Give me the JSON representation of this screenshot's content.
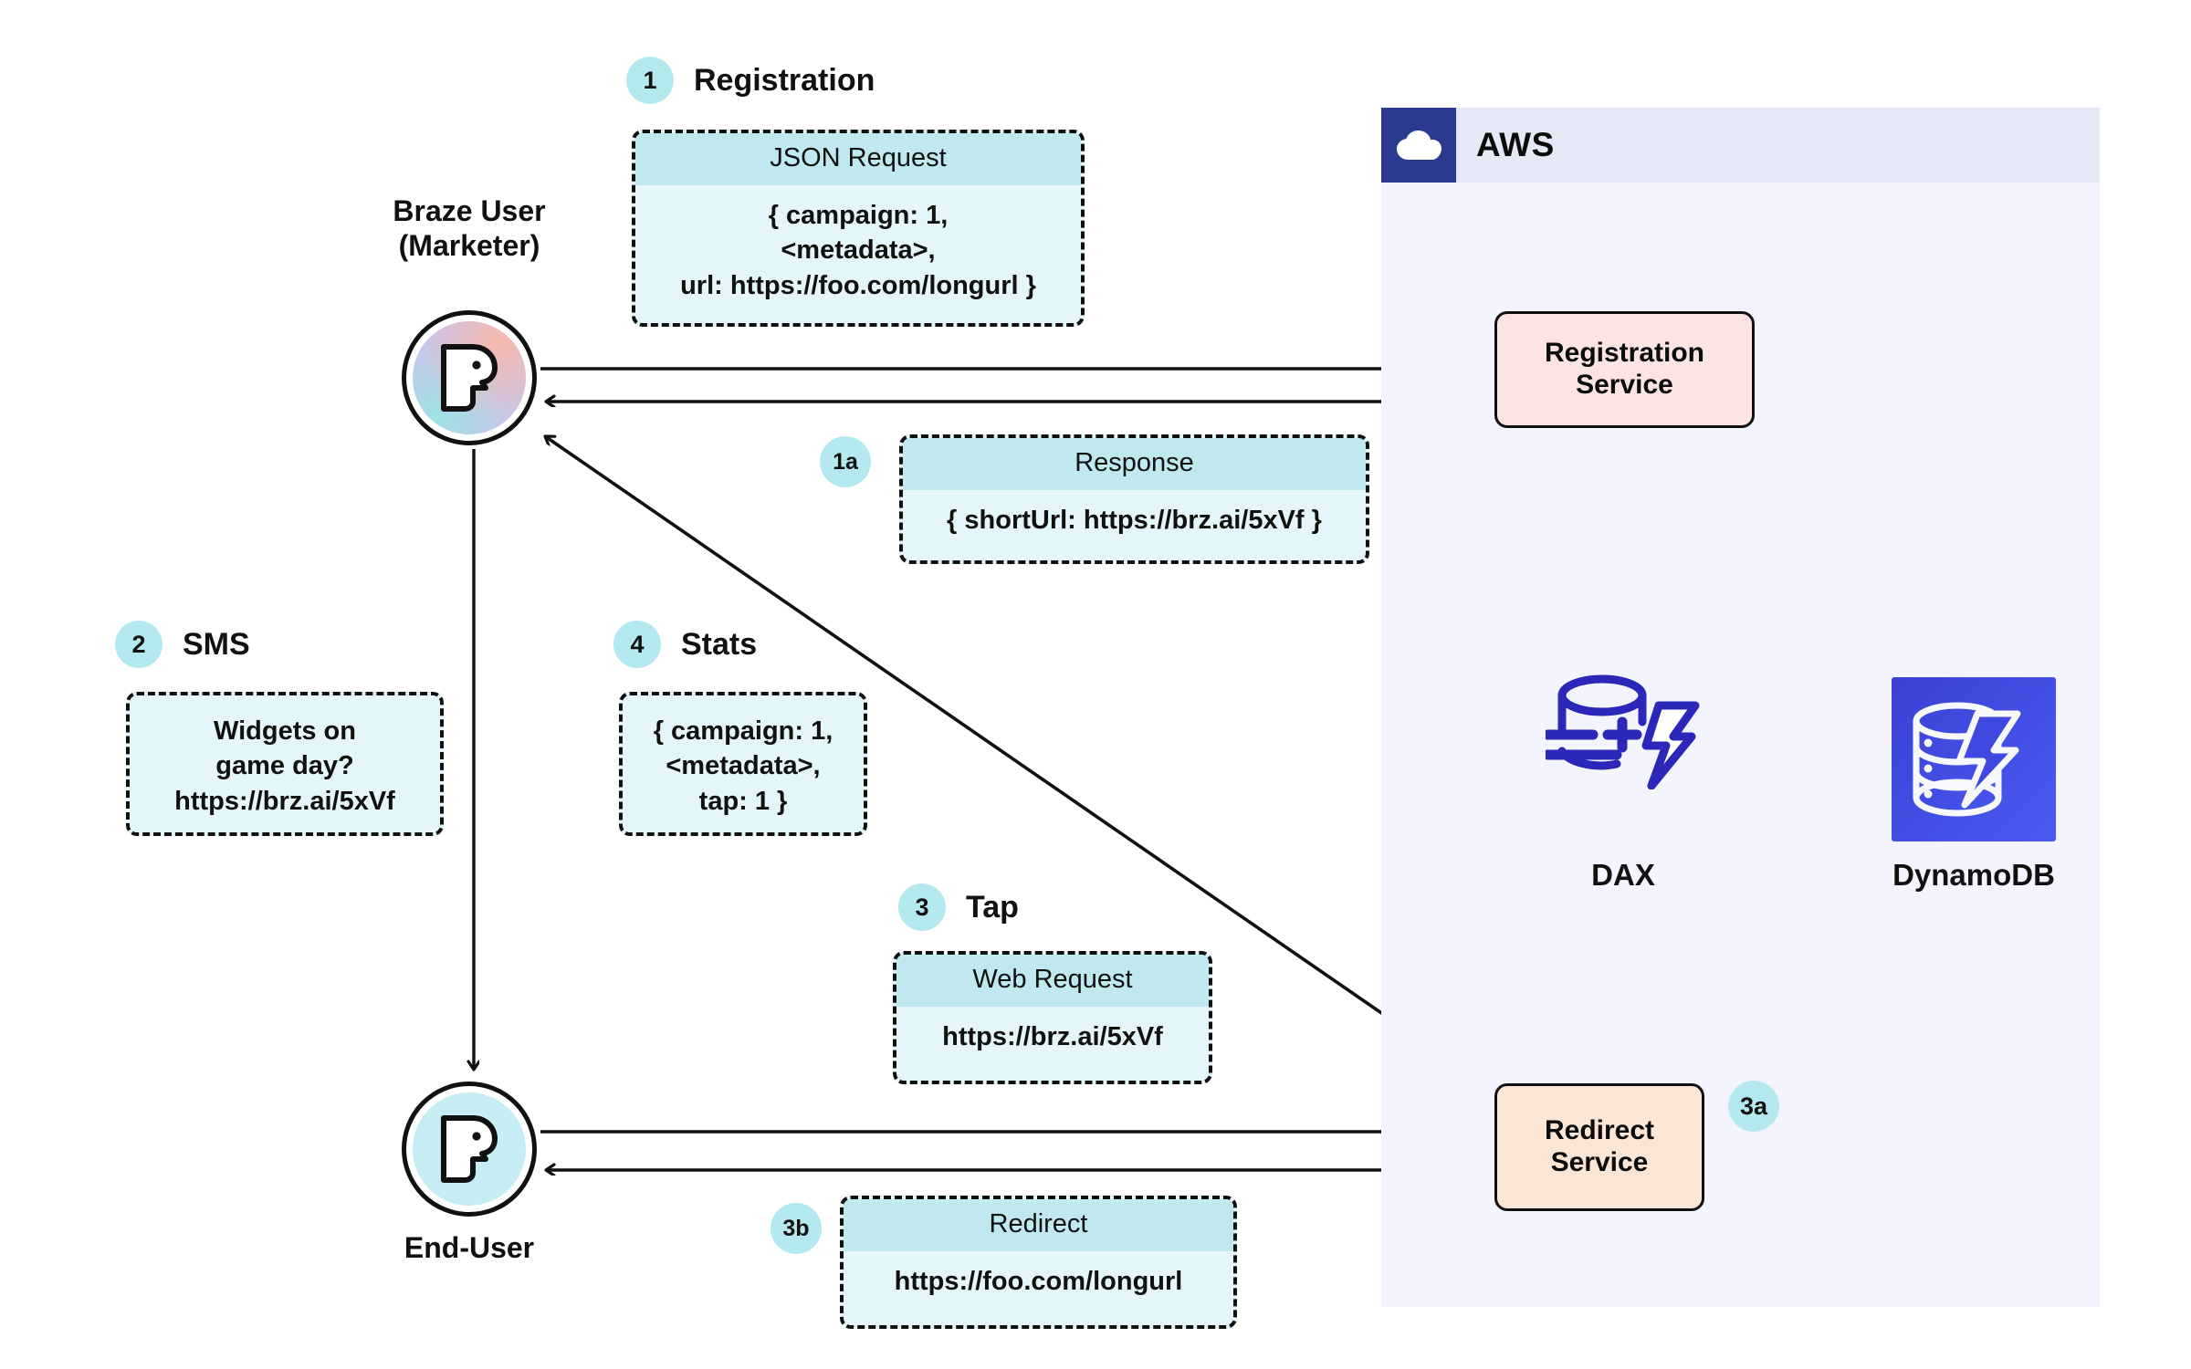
{
  "aws": {
    "title": "AWS",
    "logo_icon": "cloud-icon",
    "panel_bg": "#F3F4FE",
    "header_bg": "#E5E8F5",
    "logo_bg": "#2B3990"
  },
  "services": {
    "registration": {
      "line1": "Registration",
      "line2": "Service",
      "color": "#FBE4E2"
    },
    "redirect": {
      "line1": "Redirect",
      "line2": "Service",
      "color": "#FBE6D6"
    }
  },
  "datastores": {
    "dax": {
      "label": "DAX",
      "icon": "dax-cache-icon",
      "color": "#2B27B8"
    },
    "dynamodb": {
      "label": "DynamoDB",
      "icon": "dynamodb-icon",
      "color": "#3C48DB"
    }
  },
  "actors": {
    "marketer": {
      "line1": "Braze User",
      "line2": "(Marketer)",
      "icon": "braze-avatar-icon"
    },
    "end_user": {
      "line1": "End-User",
      "line2": "",
      "icon": "braze-avatar-icon"
    }
  },
  "steps": [
    {
      "id": "step-1",
      "badge": "1",
      "title": "Registration",
      "card": {
        "header": "JSON Request",
        "body": "{ campaign: 1,\n<metadata>,\nurl: https://foo.com/longurl }"
      }
    },
    {
      "id": "step-1a",
      "badge": "1a",
      "title": "",
      "card": {
        "header": "Response",
        "body": "{ shortUrl: https://brz.ai/5xVf }"
      }
    },
    {
      "id": "step-2",
      "badge": "2",
      "title": "SMS",
      "card": {
        "header": "",
        "body": "Widgets on\ngame day?\nhttps://brz.ai/5xVf"
      }
    },
    {
      "id": "step-3",
      "badge": "3",
      "title": "Tap",
      "card": {
        "header": "Web Request",
        "body": "https://brz.ai/5xVf"
      }
    },
    {
      "id": "step-3a",
      "badge": "3a",
      "title": "",
      "card": {
        "header": "",
        "body": ""
      }
    },
    {
      "id": "step-3b",
      "badge": "3b",
      "title": "",
      "card": {
        "header": "Redirect",
        "body": "https://foo.com/longurl"
      }
    },
    {
      "id": "step-4",
      "badge": "4",
      "title": "Stats",
      "card": {
        "header": "",
        "body": "{ campaign: 1,\n<metadata>,\ntap: 1 }"
      }
    }
  ],
  "colors": {
    "badge": "#B5E9F0",
    "card_header": "#BFE9EE",
    "card_body": "#E4F6F9",
    "stroke": "#111111"
  }
}
